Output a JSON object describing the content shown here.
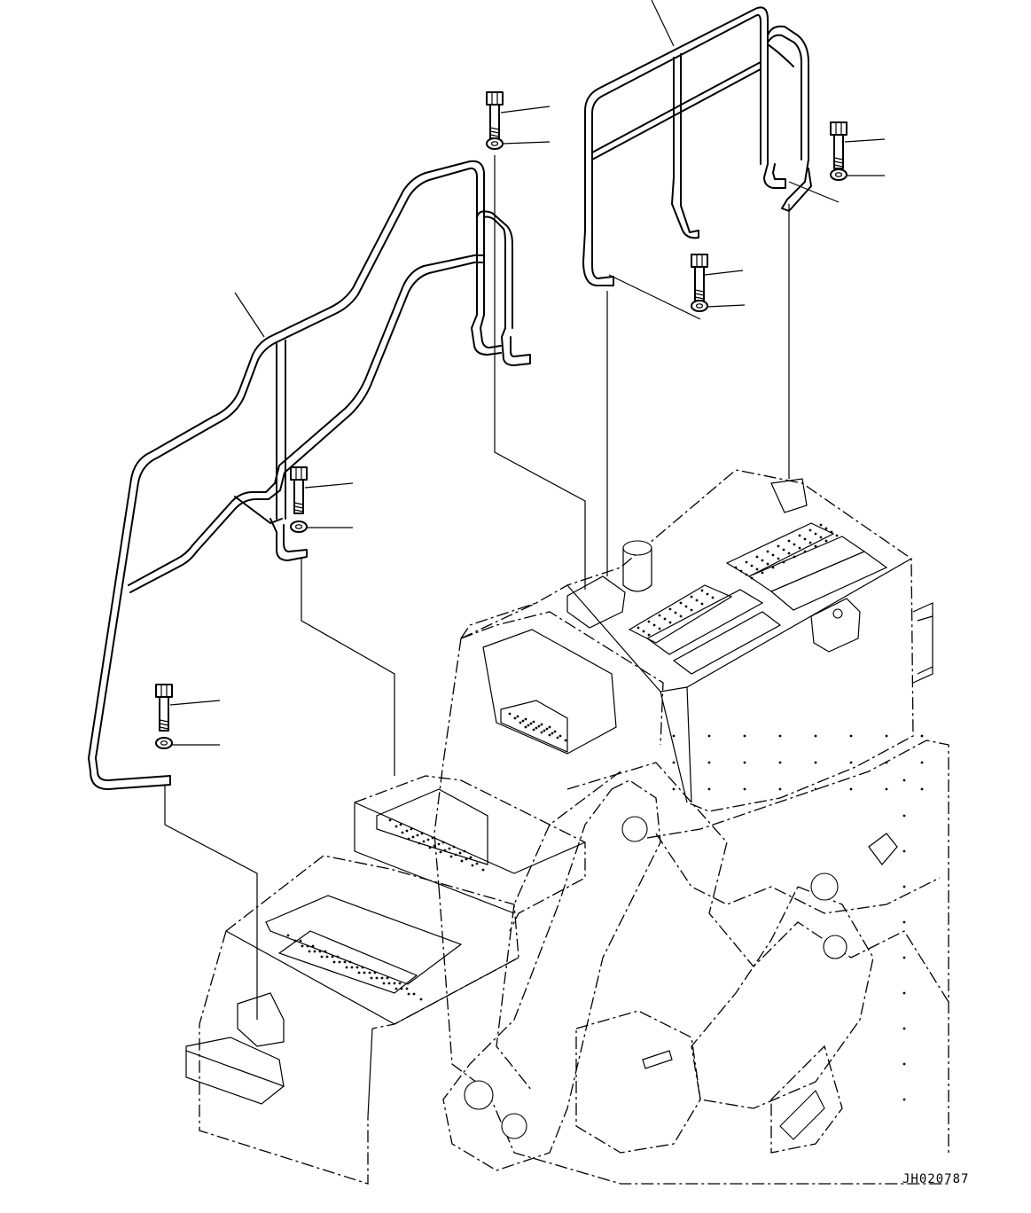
{
  "drawing": {
    "code": "JH020787"
  },
  "parts": [
    {
      "name": "handrail-left"
    },
    {
      "name": "handrail-right"
    },
    {
      "name": "bolt",
      "count": 5
    },
    {
      "name": "washer",
      "count": 5
    }
  ],
  "icons": {
    "bolt": "bolt-icon",
    "washer": "washer-icon"
  },
  "colors": {
    "line": "#000000",
    "background": "#ffffff"
  }
}
